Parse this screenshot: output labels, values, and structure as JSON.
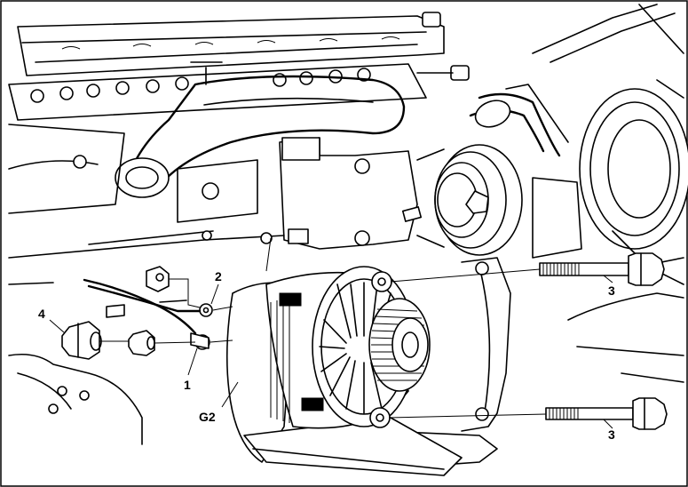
{
  "callouts": {
    "c1": "1",
    "c2": "2",
    "c3a": "3",
    "c3b": "3",
    "c4": "4",
    "g2": "G2"
  },
  "colors": {
    "line": "#000000",
    "background": "#ffffff"
  }
}
